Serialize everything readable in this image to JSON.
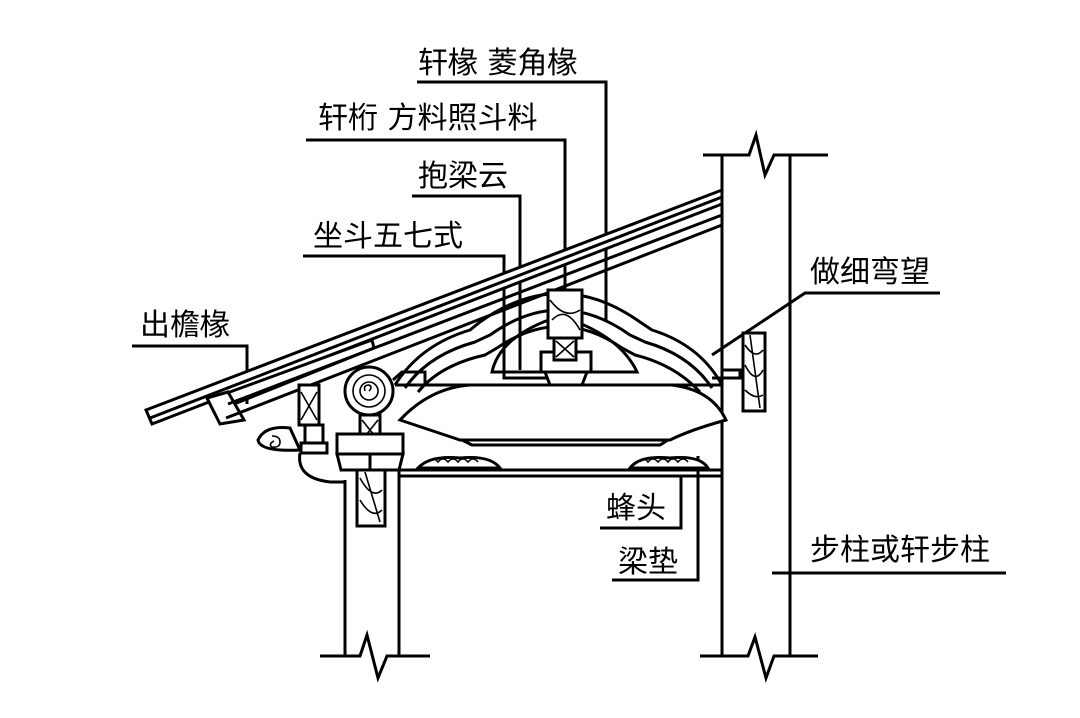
{
  "diagram": {
    "labels": {
      "xuan_chuan": "轩椽 菱角椽",
      "xuan_heng": "轩桁  方料照斗料",
      "bao_liang_yun": "抱梁云",
      "zuo_dou": "坐斗五七式",
      "chu_yan_chuan": "出檐椽",
      "zuo_xi_wan_wang": "做细弯望",
      "feng_tou": "蜂头",
      "liang_dian": "梁垫",
      "bu_zhu": "步柱或轩步柱"
    },
    "line_color": "#000000",
    "background": "#ffffff"
  }
}
